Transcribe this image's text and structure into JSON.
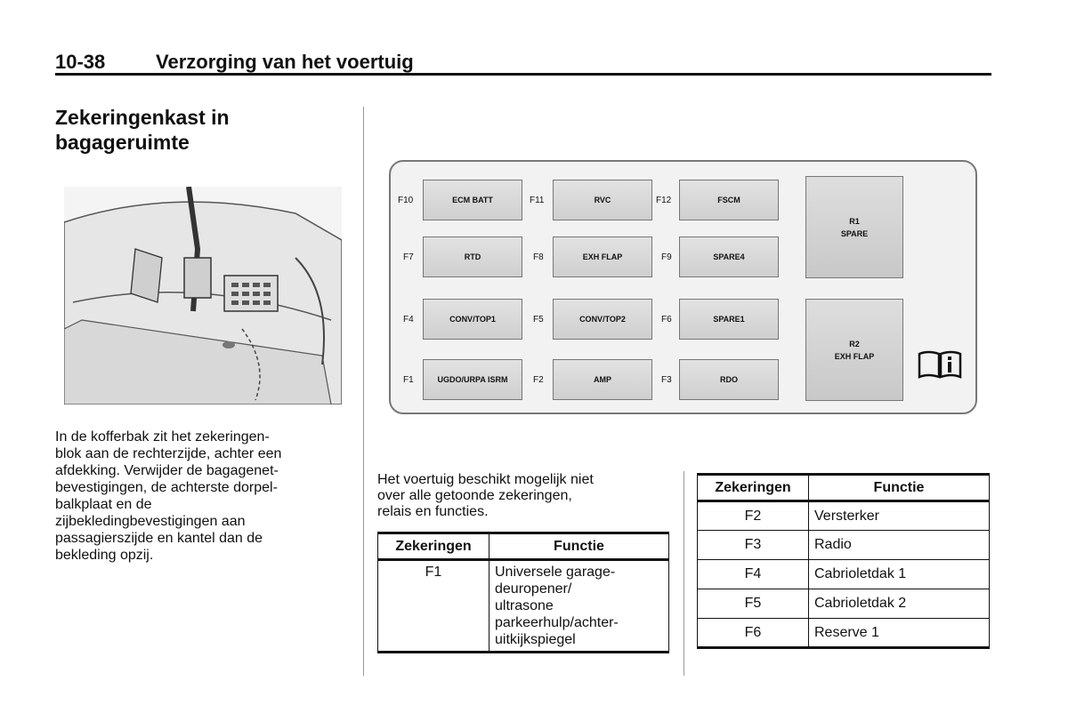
{
  "header": {
    "page_number": "10-38",
    "chapter": "Verzorging van het voertuig"
  },
  "section": {
    "title": "Zekeringenkast in bagageruimte"
  },
  "body_text": "In de kofferbak zit het zekeringen-\nblok aan de rechterzijde, achter een\nafdekking. Verwijder de bagagenet-\nbevestigingen, de achterste dorpel-\nbalkplaat en de\nzijbekledingbevestigingen aan\npassagierszijde en kantel dan de\nbekleding opzij.",
  "fusebox": {
    "fuses": [
      {
        "id": "F10",
        "label": "ECM BATT"
      },
      {
        "id": "F11",
        "label": "RVC"
      },
      {
        "id": "F12",
        "label": "FSCM"
      },
      {
        "id": "F7",
        "label": "RTD"
      },
      {
        "id": "F8",
        "label": "EXH FLAP"
      },
      {
        "id": "F9",
        "label": "SPARE4"
      },
      {
        "id": "F4",
        "label": "CONV/TOP1"
      },
      {
        "id": "F5",
        "label": "CONV/TOP2"
      },
      {
        "id": "F6",
        "label": "SPARE1"
      },
      {
        "id": "F1",
        "label": "UGDO/URPA ISRM"
      },
      {
        "id": "F2",
        "label": "AMP"
      },
      {
        "id": "F3",
        "label": "RDO"
      }
    ],
    "relays": [
      {
        "id": "R1",
        "label": "SPARE"
      },
      {
        "id": "R2",
        "label": "EXH FLAP"
      }
    ],
    "manual_icon": "owner-manual-info-icon"
  },
  "note": "Het voertuig beschikt mogelijk niet\nover alle getoonde zekeringen,\nrelais en functies.",
  "table1": {
    "headers": [
      "Zekeringen",
      "Functie"
    ],
    "rows": [
      {
        "fuse": "F1",
        "function": "Universele garage-\ndeuropener/\nultrasone\nparkeerhulp/achter-\nuitkijkspiegel"
      }
    ]
  },
  "table2": {
    "headers": [
      "Zekeringen",
      "Functie"
    ],
    "rows": [
      {
        "fuse": "F2",
        "function": "Versterker"
      },
      {
        "fuse": "F3",
        "function": "Radio"
      },
      {
        "fuse": "F4",
        "function": "Cabrioletdak 1"
      },
      {
        "fuse": "F5",
        "function": "Cabrioletdak 2"
      },
      {
        "fuse": "F6",
        "function": "Reserve 1"
      }
    ]
  }
}
